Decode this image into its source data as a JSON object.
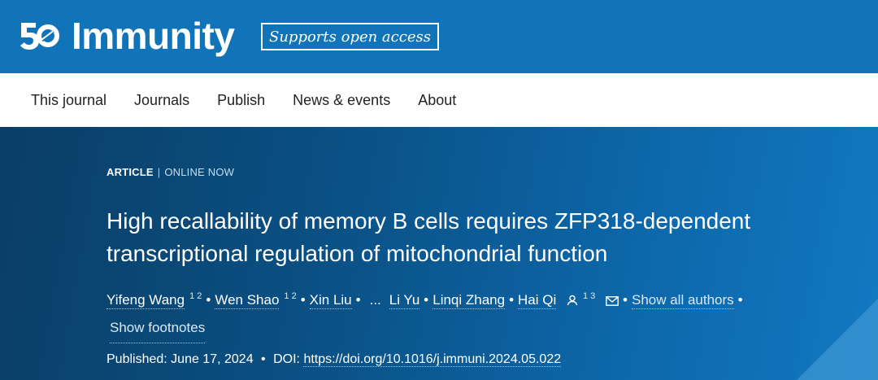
{
  "brand": {
    "logo_icon": "fifty-anniversary-logo-icon",
    "name": "Immunity",
    "open_access_badge": "Supports open access"
  },
  "nav": {
    "items": [
      {
        "label": "This journal"
      },
      {
        "label": "Journals"
      },
      {
        "label": "Publish"
      },
      {
        "label": "News & events"
      },
      {
        "label": "About"
      }
    ]
  },
  "article": {
    "type": "ARTICLE",
    "separator": "|",
    "status": "ONLINE NOW",
    "title": "High recallability of memory B cells requires ZFP318-dependent transcriptional regulation of mitochondrial function",
    "authors": [
      {
        "name": "Yifeng Wang",
        "aff": "1 2"
      },
      {
        "name": "Wen Shao",
        "aff": "1 2"
      },
      {
        "name": "Xin Liu",
        "aff": ""
      },
      {
        "name": "Li Yu",
        "aff": ""
      },
      {
        "name": "Linqi Zhang",
        "aff": ""
      },
      {
        "name": "Hai Qi",
        "aff": "1 3"
      }
    ],
    "ellipsis": "...",
    "show_all_authors": "Show all authors",
    "show_footnotes": "Show footnotes",
    "published_label": "Published:",
    "published_date": "June 17, 2024",
    "doi_label": "DOI:",
    "doi_link": "https://doi.org/10.1016/j.immuni.2024.05.022"
  },
  "colors": {
    "brand_blue": "#1174b9",
    "hero_dark": "#0a3e66",
    "hero_light": "#1279c2"
  }
}
